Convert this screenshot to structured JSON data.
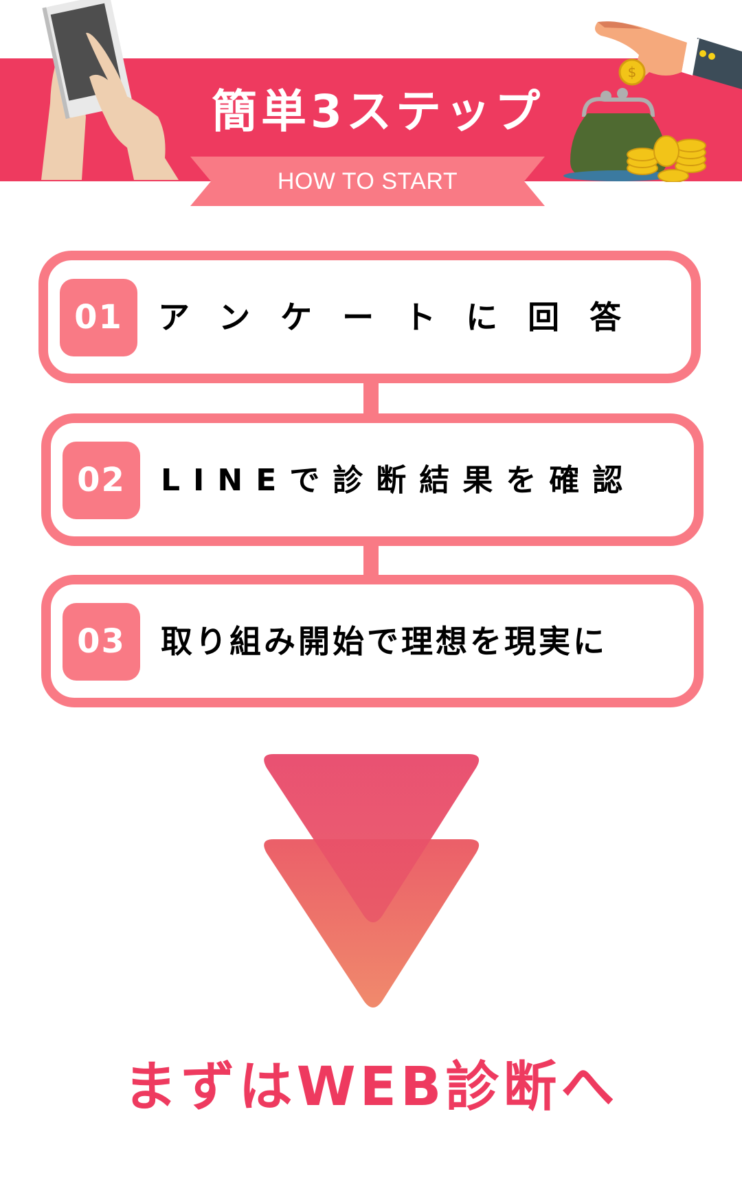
{
  "header": {
    "title": "簡単3ステップ",
    "subtitle": "HOW TO START",
    "left_illustration": "hands-holding-smartphone",
    "right_illustration": "hand-dropping-coin-into-purse"
  },
  "steps": [
    {
      "number": "01",
      "label": "アンケートに回答"
    },
    {
      "number": "02",
      "label": "LINEで診断結果を確認"
    },
    {
      "number": "03",
      "label": "取り組み開始で理想を現実に"
    }
  ],
  "arrow_icon": "double-down-arrow-icon",
  "cta": {
    "label": "まずはWEB診断へ"
  },
  "colors": {
    "header_band": "#EE3A5F",
    "ribbon": "#F97A85",
    "step_border": "#F97A85",
    "badge": "#F97A85",
    "cta_text": "#EE3A5F",
    "arrow_top": "#E8486A",
    "arrow_bottom_start": "#EB6068",
    "arrow_bottom_end": "#F08A6C"
  }
}
